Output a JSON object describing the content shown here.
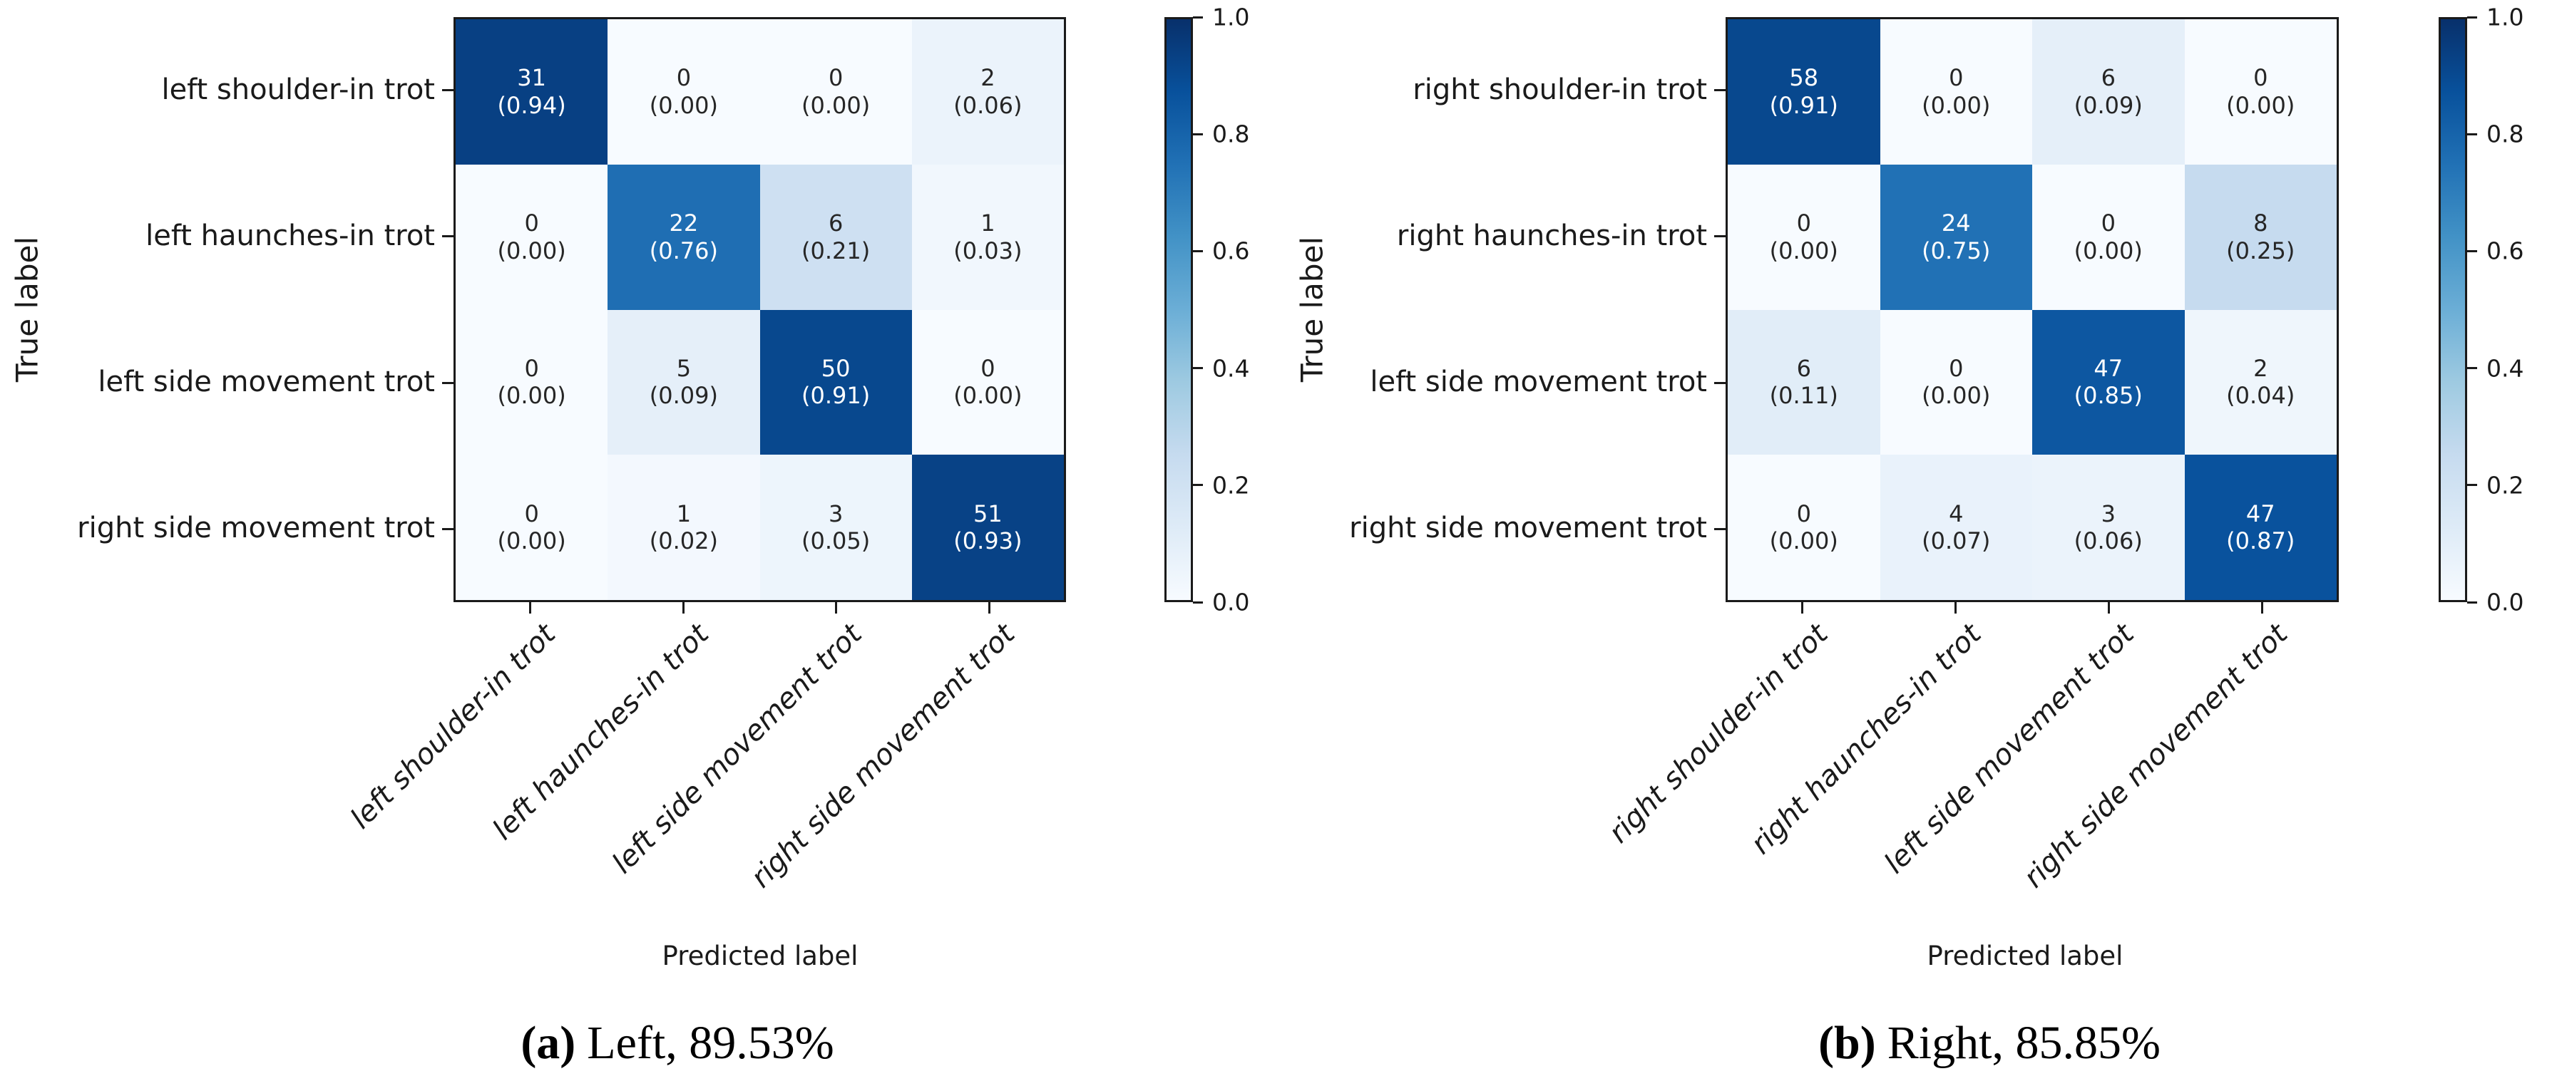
{
  "figure": {
    "background": "#ffffff",
    "colors": {
      "blues_colormap_anchors": [
        "#f7fbff",
        "#deebf7",
        "#c6dbef",
        "#9ecae1",
        "#6baed6",
        "#4292c6",
        "#2171b5",
        "#08519c",
        "#08306b"
      ],
      "axis_color": "#1a1a1a",
      "cell_text_dark": "#262626",
      "cell_text_light": "#ffffff"
    }
  },
  "chart_data": [
    {
      "type": "heatmap",
      "panel": "a",
      "title": "",
      "xlabel": "Predicted label",
      "ylabel": "True label",
      "x_categories": [
        "left shoulder-in trot",
        "left haunches-in trot",
        "left side movement trot",
        "right side movement trot"
      ],
      "y_categories": [
        "left shoulder-in trot",
        "left haunches-in trot",
        "left side movement trot",
        "right side movement trot"
      ],
      "counts": [
        [
          31,
          0,
          0,
          2
        ],
        [
          0,
          22,
          6,
          1
        ],
        [
          0,
          5,
          50,
          0
        ],
        [
          0,
          1,
          3,
          51
        ]
      ],
      "fractions": [
        [
          0.94,
          0.0,
          0.0,
          0.06
        ],
        [
          0.0,
          0.76,
          0.21,
          0.03
        ],
        [
          0.0,
          0.09,
          0.91,
          0.0
        ],
        [
          0.0,
          0.02,
          0.05,
          0.93
        ]
      ],
      "colorbar": {
        "ticks": [
          1.0,
          0.8,
          0.6,
          0.4,
          0.2,
          0.0
        ],
        "range": [
          0.0,
          1.0
        ],
        "colormap": "Blues",
        "position": "right"
      },
      "caption": {
        "letter": "(a)",
        "text": "Left, 89.53%"
      }
    },
    {
      "type": "heatmap",
      "panel": "b",
      "title": "",
      "xlabel": "Predicted label",
      "ylabel": "True label",
      "x_categories": [
        "right shoulder-in trot",
        "right haunches-in trot",
        "left side movement trot",
        "right side movement trot"
      ],
      "y_categories": [
        "right shoulder-in trot",
        "right haunches-in trot",
        "left side movement trot",
        "right side movement trot"
      ],
      "counts": [
        [
          58,
          0,
          6,
          0
        ],
        [
          0,
          24,
          0,
          8
        ],
        [
          6,
          0,
          47,
          2
        ],
        [
          0,
          4,
          3,
          47
        ]
      ],
      "fractions": [
        [
          0.91,
          0.0,
          0.09,
          0.0
        ],
        [
          0.0,
          0.75,
          0.0,
          0.25
        ],
        [
          0.11,
          0.0,
          0.85,
          0.04
        ],
        [
          0.0,
          0.07,
          0.06,
          0.87
        ]
      ],
      "colorbar": {
        "ticks": [
          1.0,
          0.8,
          0.6,
          0.4,
          0.2,
          0.0
        ],
        "range": [
          0.0,
          1.0
        ],
        "colormap": "Blues",
        "position": "right"
      },
      "caption": {
        "letter": "(b)",
        "text": "Right, 85.85%"
      }
    }
  ]
}
